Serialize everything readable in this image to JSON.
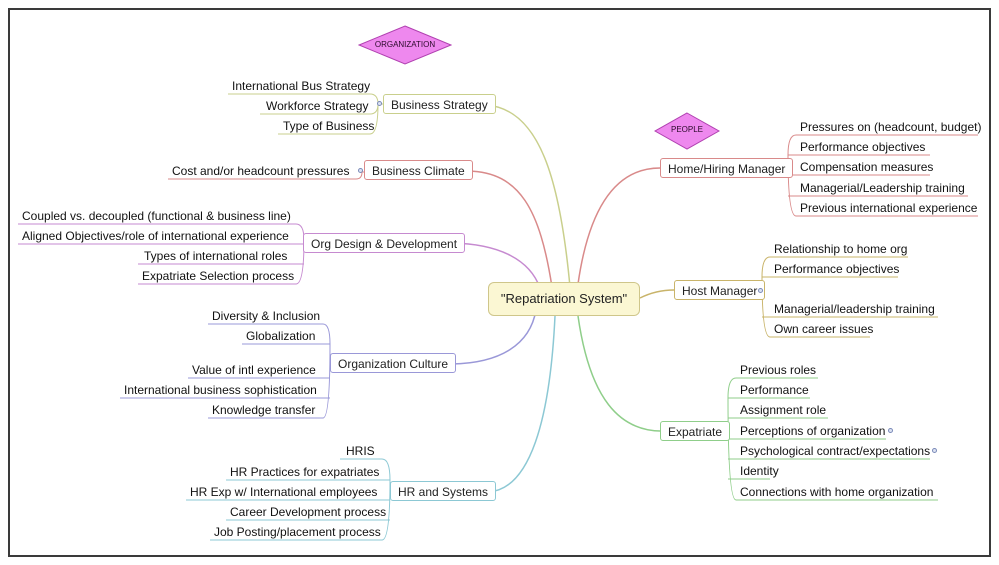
{
  "central": {
    "label": "\"Repatriation System\""
  },
  "tags": {
    "organization": "ORGANIZATION",
    "people": "PEOPLE"
  },
  "branches": {
    "business_strategy": {
      "label": "Business Strategy",
      "children": [
        "International Bus Strategy",
        "Workforce Strategy",
        "Type of Business"
      ]
    },
    "business_climate": {
      "label": "Business Climate",
      "children": [
        "Cost and/or headcount pressures"
      ]
    },
    "org_design": {
      "label": "Org Design & Development",
      "children": [
        "Coupled vs. decoupled (functional & business line)",
        "Aligned Objectives/role of international experience",
        "Types of international roles",
        "Expatriate Selection process"
      ]
    },
    "org_culture": {
      "label": "Organization Culture",
      "children": [
        "Diversity & Inclusion",
        "Globalization",
        "Value of intl experience",
        "International business sophistication",
        "Knowledge transfer"
      ]
    },
    "hr_systems": {
      "label": "HR and Systems",
      "children": [
        "HRIS",
        "HR Practices for expatriates",
        "HR Exp w/ International employees",
        "Career Development process",
        "Job Posting/placement process"
      ]
    },
    "hiring_manager": {
      "label": "Home/Hiring Manager",
      "children": [
        "Pressures on (headcount, budget)",
        "Performance objectives",
        "Compensation measures",
        "Managerial/Leadership training",
        "Previous international experience"
      ]
    },
    "host_manager": {
      "label": "Host Manager",
      "children": [
        "Relationship to home org",
        "Performance objectives",
        "Managerial/leadership training",
        "Own career issues"
      ]
    },
    "expatriate": {
      "label": "Expatriate",
      "children": [
        "Previous roles",
        "Performance",
        "Assignment role",
        "Perceptions of organization",
        "Psychological contract/expectations",
        "Identity",
        "Connections with home organization"
      ]
    }
  },
  "colors": {
    "business_strategy": "#c9cf8c",
    "business_climate": "#d98a8a",
    "org_design": "#c68ad0",
    "org_culture": "#9a98d8",
    "hr_systems": "#8cc8d4",
    "hiring_manager": "#d98a8a",
    "host_manager": "#c9b46a",
    "expatriate": "#8fce8a",
    "tag_fill": "#ee88ee",
    "center_fill": "#fbf7d3"
  }
}
